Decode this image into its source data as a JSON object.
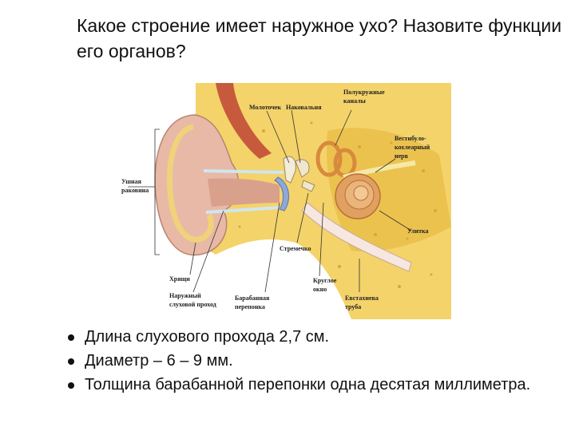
{
  "slide": {
    "title": "Какое строение имеет наружное ухо? Назовите функции его органов?",
    "figure": {
      "labels": {
        "molotochek": "Молоточек",
        "nakovalnya": "Наковальня",
        "polukruzhnye_1": "Полукружные",
        "polukruzhnye_2": "каналы",
        "vestibulo_1": "Вестибуло-",
        "vestibulo_2": "кохлеарный",
        "vestibulo_3": "нерв",
        "ushnaya_1": "Ушная",
        "ushnaya_2": "раковина",
        "ulitka": "Улитка",
        "stremechko": "Стремечко",
        "khryashchi": "Хрящи",
        "kругloe_1": "Круглое",
        "kругloe_2": "окно",
        "naruzhny_1": "Наружный",
        "naruzhny_2": "слуховой проход",
        "baraban_1": "Барабанная",
        "baraban_2": "перепонка",
        "evstakh_1": "Евстахиева",
        "evstakh_2": "труба"
      }
    },
    "bullets": [
      "Длина слухового прохода 2,7 см.",
      "Диаметр – 6 – 9 мм.",
      "Толщина барабанной перепонки одна десятая миллиметра."
    ]
  }
}
